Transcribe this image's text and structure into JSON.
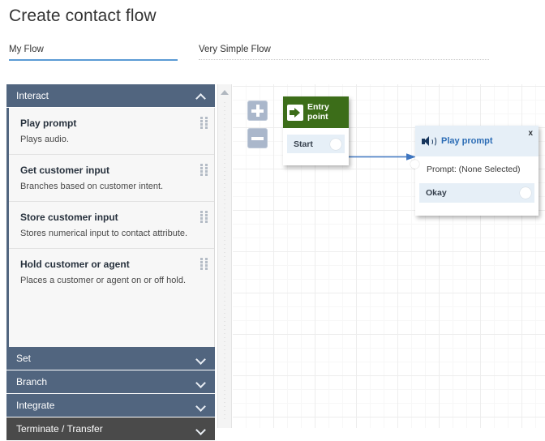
{
  "header": {
    "title": "Create contact flow",
    "flow_name": {
      "label": "My Flow",
      "value": "My Flow"
    },
    "flow_description": {
      "label": "Very Simple Flow",
      "value": "Very Simple Flow"
    }
  },
  "sidebar": {
    "sections": [
      {
        "label": "Interact",
        "expanded": true,
        "chevron": "chevron-up-icon",
        "items": [
          {
            "title": "Play prompt",
            "desc": "Plays audio."
          },
          {
            "title": "Get customer input",
            "desc": "Branches based on customer intent."
          },
          {
            "title": "Store customer input",
            "desc": "Stores numerical input to contact attribute."
          },
          {
            "title": "Hold customer or agent",
            "desc": "Places a customer or agent on or off hold."
          }
        ]
      },
      {
        "label": "Set",
        "expanded": false,
        "chevron": "chevron-down-icon",
        "items": []
      },
      {
        "label": "Branch",
        "expanded": false,
        "chevron": "chevron-down-icon",
        "items": []
      },
      {
        "label": "Integrate",
        "expanded": false,
        "chevron": "chevron-down-icon",
        "items": []
      },
      {
        "label": "Terminate / Transfer",
        "expanded": false,
        "chevron": "chevron-down-icon",
        "items": []
      }
    ]
  },
  "canvas": {
    "zoom_in_label": "+",
    "zoom_out_label": "-",
    "nodes": [
      {
        "id": "entry-point",
        "title": "Entry point",
        "icon": "entry-arrow-icon",
        "header_color": "#3c6d19",
        "ports": [
          {
            "label": "Start"
          }
        ]
      },
      {
        "id": "play-prompt",
        "title": "Play prompt",
        "icon": "speaker-icon",
        "header_color": "#e6eff7",
        "close_label": "x",
        "property": "Prompt: (None Selected)",
        "ports": [
          {
            "label": "Okay"
          }
        ]
      }
    ],
    "connector_color": "#3f76c0"
  },
  "colors": {
    "section_header": "#51657f",
    "section_header_active": "#4a4a4a",
    "accent_underline": "#5b9bd5",
    "entry_green": "#3c6d19",
    "node_blue": "#2b6cb5",
    "port_bg": "#e6eff7"
  }
}
